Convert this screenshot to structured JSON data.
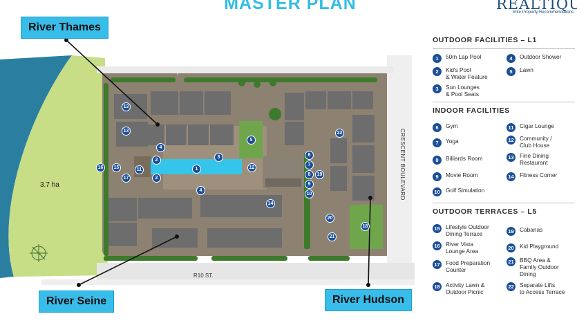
{
  "header": {
    "title": "MASTER PLAN"
  },
  "logo": {
    "brand": "REALTIQUE",
    "tagline": "Elite Property Recommendations"
  },
  "map": {
    "area_label": "3.7 ha",
    "street_south": "R10 ST.",
    "street_east": "CRESCENT BOULEVARD",
    "markers": [
      "13",
      "13",
      "4",
      "3",
      "2",
      "5",
      "6",
      "7",
      "8",
      "9",
      "10",
      "19",
      "12",
      "1",
      "16",
      "15",
      "11",
      "17",
      "2",
      "22",
      "4",
      "14",
      "18",
      "20",
      "21"
    ]
  },
  "callouts": {
    "thames": "River Thames",
    "seine": "River Seine",
    "hudson": "River Hudson"
  },
  "legend": {
    "outdoor_facilities": {
      "heading": "OUTDOOR FACILITIES – L1",
      "items": [
        {
          "num": "1",
          "label": "50m Lap Pool"
        },
        {
          "num": "4",
          "label": "Outdoor Shower"
        },
        {
          "num": "2",
          "label": "Kid's Pool\n& Water Feature"
        },
        {
          "num": "5",
          "label": "Lawn"
        },
        {
          "num": "3",
          "label": "Sun Lounges\n& Pool Seats"
        }
      ]
    },
    "indoor_facilities": {
      "heading": "INDOOR FACILITIES",
      "items": [
        {
          "num": "6",
          "label": "Gym"
        },
        {
          "num": "11",
          "label": "Cigar Lounge"
        },
        {
          "num": "7",
          "label": "Yoga"
        },
        {
          "num": "12",
          "label": "Community /\nClub House"
        },
        {
          "num": "8",
          "label": "Billiards Room"
        },
        {
          "num": "13",
          "label": "Fine Dining\nRestaurant"
        },
        {
          "num": "9",
          "label": "Movie Room"
        },
        {
          "num": "14",
          "label": "Fitness Corner"
        },
        {
          "num": "10",
          "label": "Golf Simulation"
        }
      ]
    },
    "outdoor_terraces": {
      "heading": "OUTDOOR TERRACES – L5",
      "items": [
        {
          "num": "15",
          "label": "Lifestyle Outdoor\nDining Terrace"
        },
        {
          "num": "19",
          "label": "Cabanas"
        },
        {
          "num": "16",
          "label": "River Vista\nLounge Area"
        },
        {
          "num": "20",
          "label": "Kid Playground"
        },
        {
          "num": "17",
          "label": "Food Preparation\nCounter"
        },
        {
          "num": "21",
          "label": "BBQ Area &\nFamily Outdoor\nDining"
        },
        {
          "num": "18",
          "label": "Activity Lawn &\nOutdoor Picnic"
        },
        {
          "num": "22",
          "label": "Separate Lifts\nto Access Terrace"
        }
      ]
    }
  }
}
